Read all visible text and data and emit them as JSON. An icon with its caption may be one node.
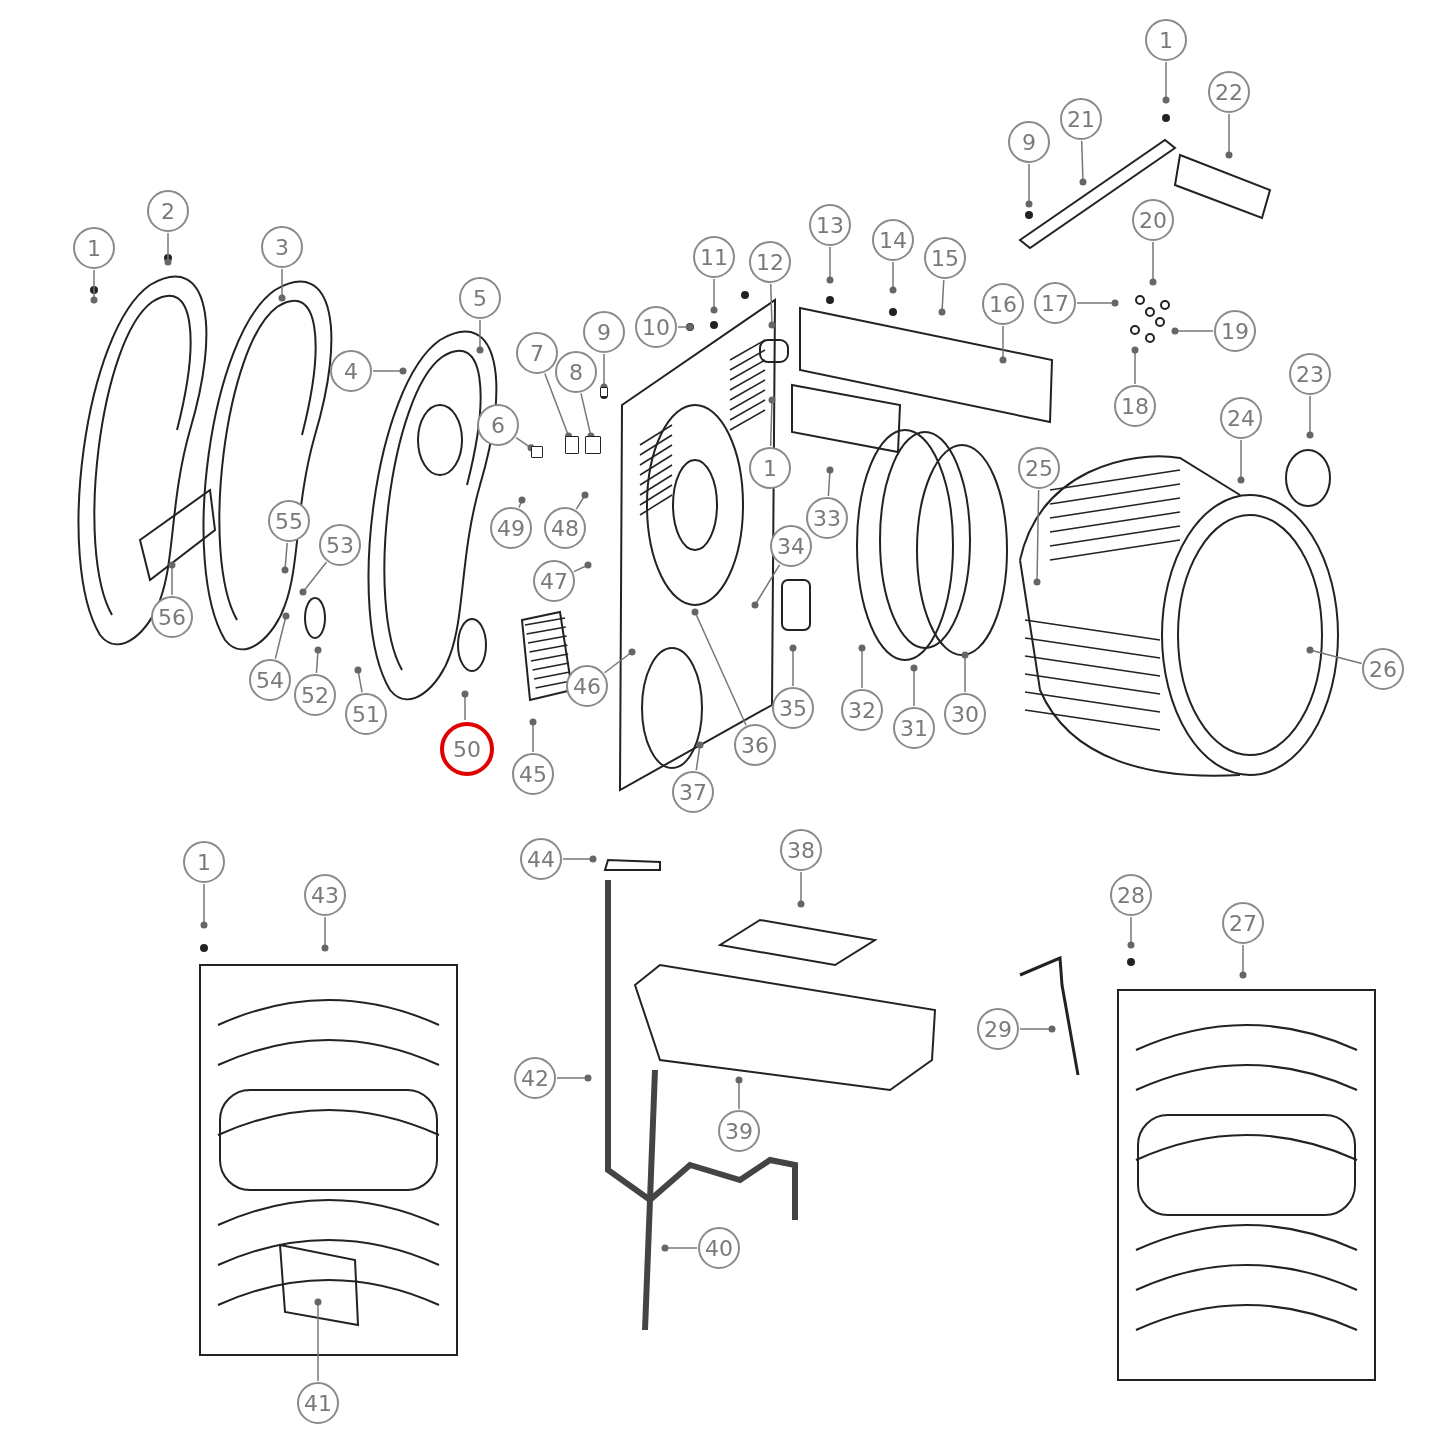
{
  "diagram": {
    "nodes": [
      {
        "text": [
          "1"
        ]
      },
      {
        "text": [
          "2"
        ]
      },
      {
        "text": [
          "3"
        ]
      },
      {
        "text": [
          "4"
        ]
      },
      {
        "text": [
          "5"
        ]
      },
      {
        "text": [
          "6"
        ]
      },
      {
        "text": [
          "7"
        ]
      },
      {
        "text": [
          "8"
        ]
      },
      {
        "text": [
          "9"
        ]
      },
      {
        "text": [
          "10"
        ]
      },
      {
        "text": [
          "11"
        ]
      },
      {
        "text": [
          "12"
        ]
      },
      {
        "text": [
          "13"
        ]
      },
      {
        "text": [
          "14"
        ]
      },
      {
        "text": [
          "15"
        ]
      },
      {
        "text": [
          "16"
        ]
      },
      {
        "text": [
          "17"
        ]
      },
      {
        "text": [
          "18"
        ]
      },
      {
        "text": [
          "19"
        ]
      },
      {
        "text": [
          "20"
        ]
      },
      {
        "text": [
          "21"
        ]
      },
      {
        "text": [
          "22"
        ]
      },
      {
        "text": [
          "1"
        ]
      },
      {
        "text": [
          "9"
        ]
      },
      {
        "text": [
          "23"
        ]
      },
      {
        "text": [
          "24"
        ]
      },
      {
        "text": [
          "25"
        ]
      },
      {
        "text": [
          "26"
        ]
      },
      {
        "text": [
          "27"
        ]
      },
      {
        "text": [
          "28"
        ]
      },
      {
        "text": [
          "29"
        ]
      },
      {
        "text": [
          "30"
        ]
      },
      {
        "text": [
          "31"
        ]
      },
      {
        "text": [
          "32"
        ]
      },
      {
        "text": [
          "33"
        ]
      },
      {
        "text": [
          "34"
        ]
      },
      {
        "text": [
          "35"
        ]
      },
      {
        "text": [
          "36"
        ]
      },
      {
        "text": [
          "37"
        ]
      },
      {
        "text": [
          "38"
        ]
      },
      {
        "text": [
          "39"
        ]
      },
      {
        "text": [
          "40"
        ]
      },
      {
        "text": [
          "41"
        ]
      },
      {
        "text": [
          "42"
        ]
      },
      {
        "text": [
          "43"
        ]
      },
      {
        "text": [
          "44"
        ]
      },
      {
        "text": [
          "45"
        ]
      },
      {
        "text": [
          "46"
        ]
      },
      {
        "text": [
          "47"
        ]
      },
      {
        "text": [
          "48"
        ]
      },
      {
        "text": [
          "49"
        ]
      },
      {
        "text": [
          "50"
        ]
      },
      {
        "text": [
          "51"
        ]
      },
      {
        "text": [
          "52"
        ]
      },
      {
        "text": [
          "53"
        ]
      },
      {
        "text": [
          "54"
        ]
      },
      {
        "text": [
          "55"
        ]
      },
      {
        "text": [
          "56"
        ]
      },
      {
        "text": [
          "1"
        ]
      },
      {
        "text": [
          "1"
        ]
      },
      {
        "text": [],
        "shape": "box"
      },
      {
        "text": [],
        "shape": "box"
      },
      {
        "text": [],
        "shape": "box"
      },
      {
        "text": [],
        "shape": "box"
      }
    ],
    "edges": [
      {
        "from": 0,
        "to": null,
        "arrow": "other"
      },
      {
        "from": 1,
        "to": null,
        "arrow": "other"
      },
      {
        "from": 2,
        "to": null,
        "arrow": "other"
      },
      {
        "from": 3,
        "to": null,
        "arrow": "other"
      },
      {
        "from": 4,
        "to": null,
        "arrow": "other"
      },
      {
        "from": 5,
        "to": 63,
        "arrow": "other"
      },
      {
        "from": 6,
        "to": 60,
        "arrow": "other"
      },
      {
        "from": 7,
        "to": 62,
        "arrow": "other"
      },
      {
        "from": 8,
        "to": 61,
        "arrow": "other"
      },
      {
        "from": 9,
        "to": null,
        "arrow": "other"
      },
      {
        "from": 10,
        "to": null,
        "arrow": "other"
      },
      {
        "from": 11,
        "to": null,
        "arrow": "other"
      },
      {
        "from": 12,
        "to": null,
        "arrow": "other"
      },
      {
        "from": 13,
        "to": null,
        "arrow": "other"
      },
      {
        "from": 14,
        "to": null,
        "arrow": "other"
      },
      {
        "from": 15,
        "to": null,
        "arrow": "other"
      },
      {
        "from": 16,
        "to": null,
        "arrow": "other"
      },
      {
        "from": 17,
        "to": null,
        "arrow": "other"
      },
      {
        "from": 18,
        "to": null,
        "arrow": "other"
      },
      {
        "from": 19,
        "to": null,
        "arrow": "other"
      },
      {
        "from": 20,
        "to": null,
        "arrow": "other"
      },
      {
        "from": 21,
        "to": null,
        "arrow": "other"
      },
      {
        "from": 22,
        "to": null,
        "arrow": "other"
      },
      {
        "from": 23,
        "to": null,
        "arrow": "other"
      },
      {
        "from": 24,
        "to": null,
        "arrow": "other"
      },
      {
        "from": 25,
        "to": null,
        "arrow": "other"
      },
      {
        "from": 26,
        "to": null,
        "arrow": "other"
      },
      {
        "from": 27,
        "to": null,
        "arrow": "other"
      },
      {
        "from": 28,
        "to": null,
        "arrow": "other"
      },
      {
        "from": 29,
        "to": null,
        "arrow": "other"
      },
      {
        "from": 30,
        "to": null,
        "arrow": "other"
      },
      {
        "from": 31,
        "to": null,
        "arrow": "other"
      },
      {
        "from": 32,
        "to": null,
        "arrow": "other"
      },
      {
        "from": 33,
        "to": null,
        "arrow": "other"
      },
      {
        "from": 34,
        "to": null,
        "arrow": "other"
      },
      {
        "from": 35,
        "to": null,
        "arrow": "other"
      },
      {
        "from": 36,
        "to": null,
        "arrow": "other"
      },
      {
        "from": 37,
        "to": null,
        "arrow": "other"
      },
      {
        "from": 38,
        "to": null,
        "arrow": "other"
      },
      {
        "from": 39,
        "to": null,
        "arrow": "other"
      },
      {
        "from": 40,
        "to": null,
        "arrow": "other"
      },
      {
        "from": 41,
        "to": null,
        "arrow": "other"
      },
      {
        "from": 42,
        "to": null,
        "arrow": "other"
      },
      {
        "from": 43,
        "to": null,
        "arrow": "other"
      },
      {
        "from": 44,
        "to": null,
        "arrow": "other"
      },
      {
        "from": 45,
        "to": null,
        "arrow": "other"
      },
      {
        "from": 46,
        "to": null,
        "arrow": "other"
      },
      {
        "from": 47,
        "to": null,
        "arrow": "other"
      },
      {
        "from": 48,
        "to": null,
        "arrow": "other"
      },
      {
        "from": 49,
        "to": null,
        "arrow": "other"
      },
      {
        "from": 50,
        "to": null,
        "arrow": "other"
      },
      {
        "from": 51,
        "to": null,
        "arrow": "other"
      },
      {
        "from": 52,
        "to": null,
        "arrow": "other"
      },
      {
        "from": 53,
        "to": null,
        "arrow": "other"
      },
      {
        "from": 54,
        "to": null,
        "arrow": "other"
      },
      {
        "from": 55,
        "to": null,
        "arrow": "other"
      },
      {
        "from": 56,
        "to": null,
        "arrow": "other"
      },
      {
        "from": 57,
        "to": null,
        "arrow": "other"
      },
      {
        "from": 58,
        "to": null,
        "arrow": "other"
      },
      {
        "from": 59,
        "to": null,
        "arrow": "other"
      }
    ]
  }
}
